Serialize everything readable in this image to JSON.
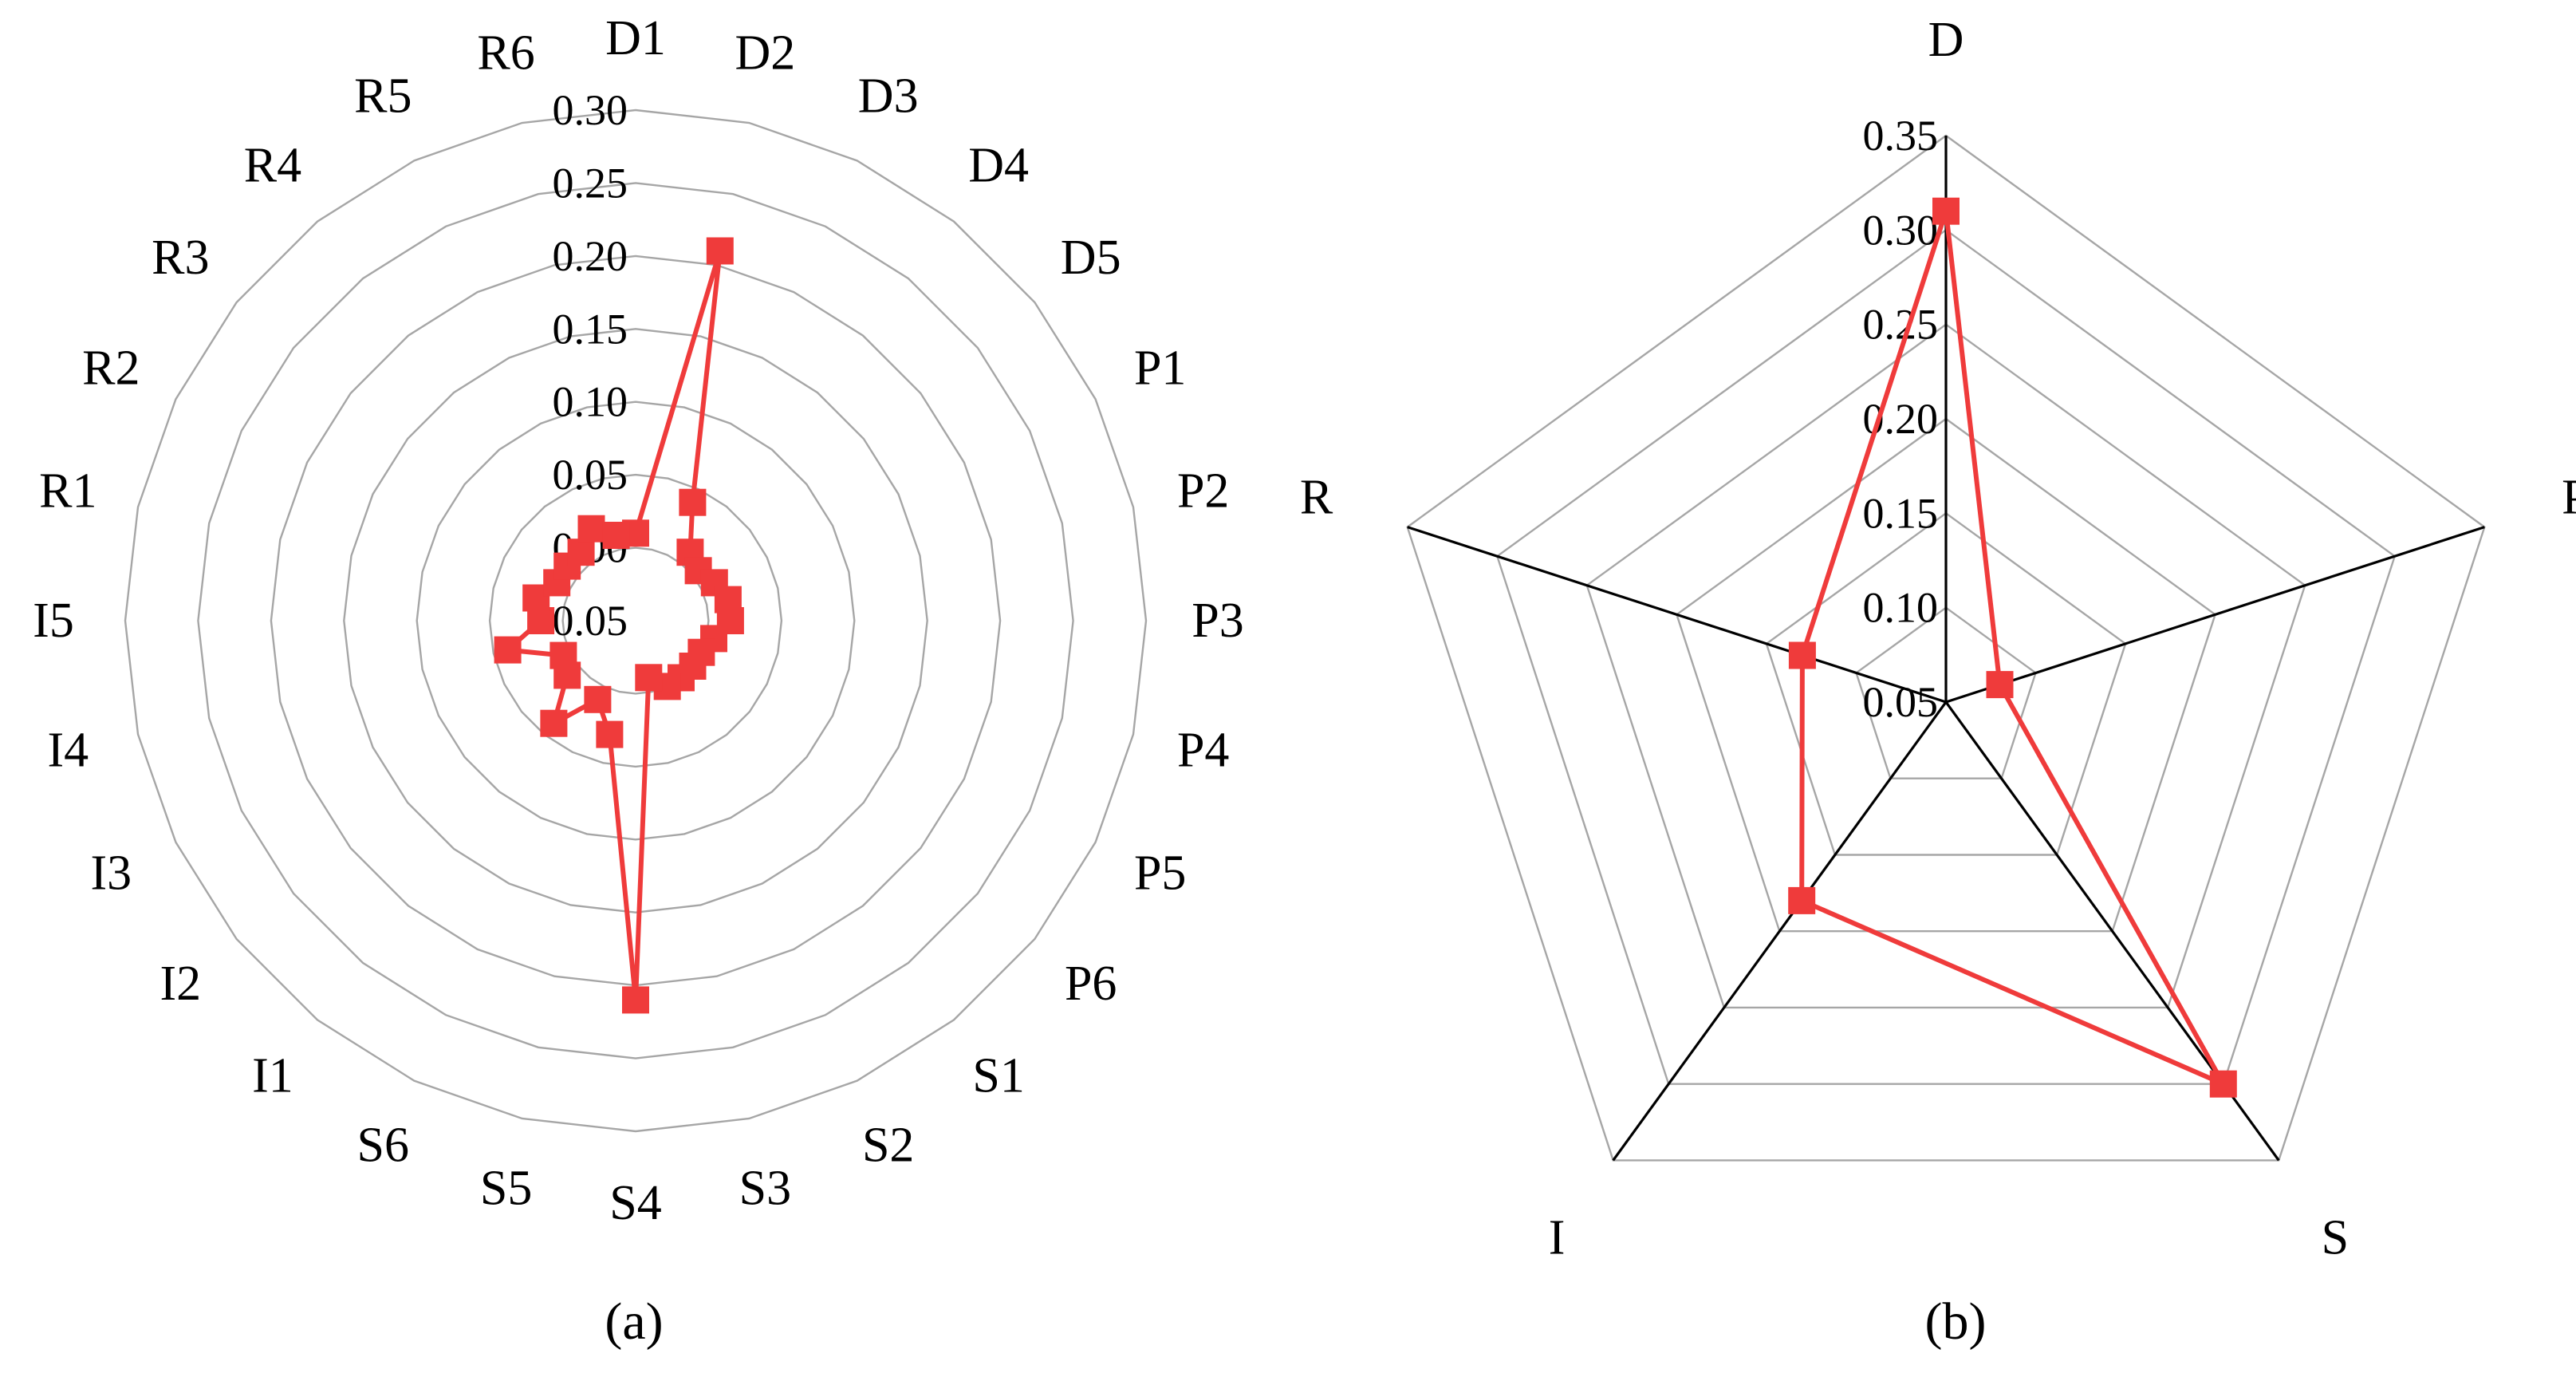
{
  "chart_data": [
    {
      "type": "radar",
      "panel_label": "(a)",
      "categories": [
        "D1",
        "D2",
        "D3",
        "D4",
        "D5",
        "P1",
        "P2",
        "P3",
        "P4",
        "P5",
        "P6",
        "S1",
        "S2",
        "S3",
        "S4",
        "S5",
        "S6",
        "I1",
        "I2",
        "I3",
        "I4",
        "I5",
        "R1",
        "R2",
        "R3",
        "R4",
        "R5",
        "R6"
      ],
      "rlim": [
        -0.05,
        0.3
      ],
      "ticks": [
        "0.05",
        "0.00",
        "0.05",
        "0.10",
        "0.15",
        "0.20",
        "0.25",
        "0.30"
      ],
      "grid": true,
      "series": [
        {
          "color": "#ef3b3b",
          "values": [
            0.01,
            0.21,
            0.04,
            0.01,
            0.005,
            0.01,
            0.015,
            0.015,
            0.005,
            0.0,
            0.0,
            0.0,
            0.0,
            -0.01,
            0.21,
            0.03,
            0.01,
            0.04,
            0.01,
            0.005,
            0.04,
            0.015,
            0.02,
            0.01,
            0.01,
            0.01,
            0.02,
            0.01
          ]
        }
      ]
    },
    {
      "type": "radar",
      "panel_label": "(b)",
      "categories": [
        "D",
        "P",
        "S",
        "I",
        "R"
      ],
      "rlim": [
        0.05,
        0.35
      ],
      "ticks": [
        "0.05",
        "0.10",
        "0.15",
        "0.20",
        "0.25",
        "0.30",
        "0.35"
      ],
      "grid": true,
      "series": [
        {
          "color": "#ef3b3b",
          "values": [
            0.31,
            0.08,
            0.3,
            0.18,
            0.13
          ]
        }
      ]
    }
  ]
}
